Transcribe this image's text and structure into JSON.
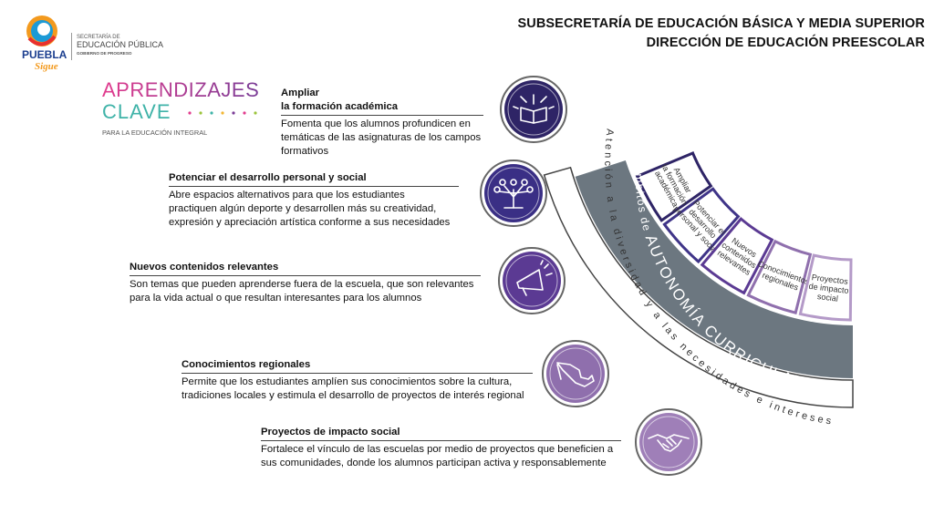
{
  "header": {
    "logo_word1": "PUEBLA",
    "logo_word2": "Sigue",
    "secretaria_line1": "SECRETARÍA DE",
    "secretaria_line2": "EDUCACIÓN PÚBLICA",
    "secretaria_line3": "GOBIERNO DE PROGRESO",
    "title_line1": "SUBSECRETARÍA DE EDUCACIÓN BÁSICA Y MEDIA SUPERIOR",
    "title_line2": "DIRECCIÓN DE EDUCACIÓN PREESCOLAR"
  },
  "brand": {
    "word1": "APRENDIZAJES",
    "word2": "CLAVE",
    "tagline": "PARA LA EDUCACIÓN INTEGRAL"
  },
  "items": [
    {
      "title_line1": "Ampliar",
      "title_line2": "la formación académica",
      "desc": [
        "Fomenta que los alumnos profundicen en",
        "temáticas de las asignaturas de los campos",
        "formativos"
      ],
      "icon": "open-book-icon",
      "color": "#2e2466"
    },
    {
      "title_line1": "Potenciar el desarrollo personal y social",
      "desc": [
        "Abre espacios alternativos para que los estudiantes",
        "practiquen algún deporte y desarrollen más su creatividad,",
        "expresión y apreciación artística conforme a sus necesidades"
      ],
      "icon": "people-tree-icon",
      "color": "#3a2f85"
    },
    {
      "title_line1": "Nuevos contenidos relevantes",
      "desc": [
        "Son temas que pueden aprenderse fuera de la escuela, que son relevantes",
        "para la vida actual o que resultan interesantes para los alumnos"
      ],
      "icon": "megaphone-icon",
      "color": "#5b3a93"
    },
    {
      "title_line1": "Conocimientos regionales",
      "desc": [
        "Permite que los estudiantes amplíen sus conocimientos sobre la cultura,",
        "tradiciones locales y estimula el desarrollo de proyectos de interés regional"
      ],
      "icon": "mexico-map-icon",
      "color": "#8f6fad"
    },
    {
      "title_line1": "Proyectos de impacto social",
      "desc": [
        "Fortalece el vínculo de las escuelas por medio de proyectos que beneficien a",
        "sus comunidades, donde los alumnos participan activa y responsablemente"
      ],
      "icon": "handshake-icon",
      "color": "#9f7fb8"
    }
  ],
  "arc": {
    "outer_label": "Atención a la diversidad y a las necesidades e intereses individuales",
    "middle_label_small": "Ámbitos de",
    "middle_label_big": "AUTONOMÍA CURRICULAR",
    "segments": [
      [
        "Ampliar",
        "la formación",
        "académica"
      ],
      [
        "Potenciar el",
        "desarrollo",
        "personal y social"
      ],
      [
        "Nuevos",
        "contenidos",
        "relevantes"
      ],
      [
        "Conocimientos",
        "regionales"
      ],
      [
        "Proyectos",
        "de impacto",
        "social"
      ]
    ],
    "segment_colors": [
      "#2e2466",
      "#3f3488",
      "#5b3a93",
      "#8f6fad",
      "#b49ac8"
    ],
    "band_color": "#6c7780"
  }
}
